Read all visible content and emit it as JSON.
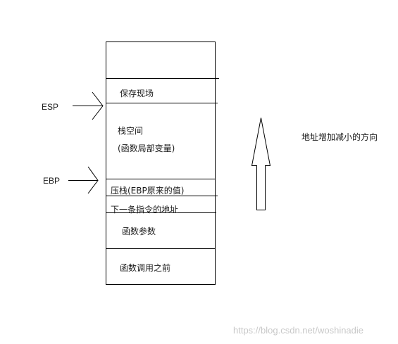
{
  "registers": {
    "esp": "ESP",
    "ebp": "EBP"
  },
  "stack": {
    "save_context": "保存现场",
    "stack_space_line1": "栈空间",
    "stack_space_line2": "(函数局部变量)",
    "push_ebp": "压栈(EBP原来的值)",
    "next_instruction": "下一条指令的地址",
    "function_params": "函数参数",
    "before_call": "函数调用之前"
  },
  "direction_label": "地址增加减小的方向",
  "watermark": "https://blog.csdn.net/woshinadie",
  "colors": {
    "line": "#000000",
    "text": "#1a1a1a",
    "watermark": "#c8c8c8",
    "background": "#ffffff"
  }
}
